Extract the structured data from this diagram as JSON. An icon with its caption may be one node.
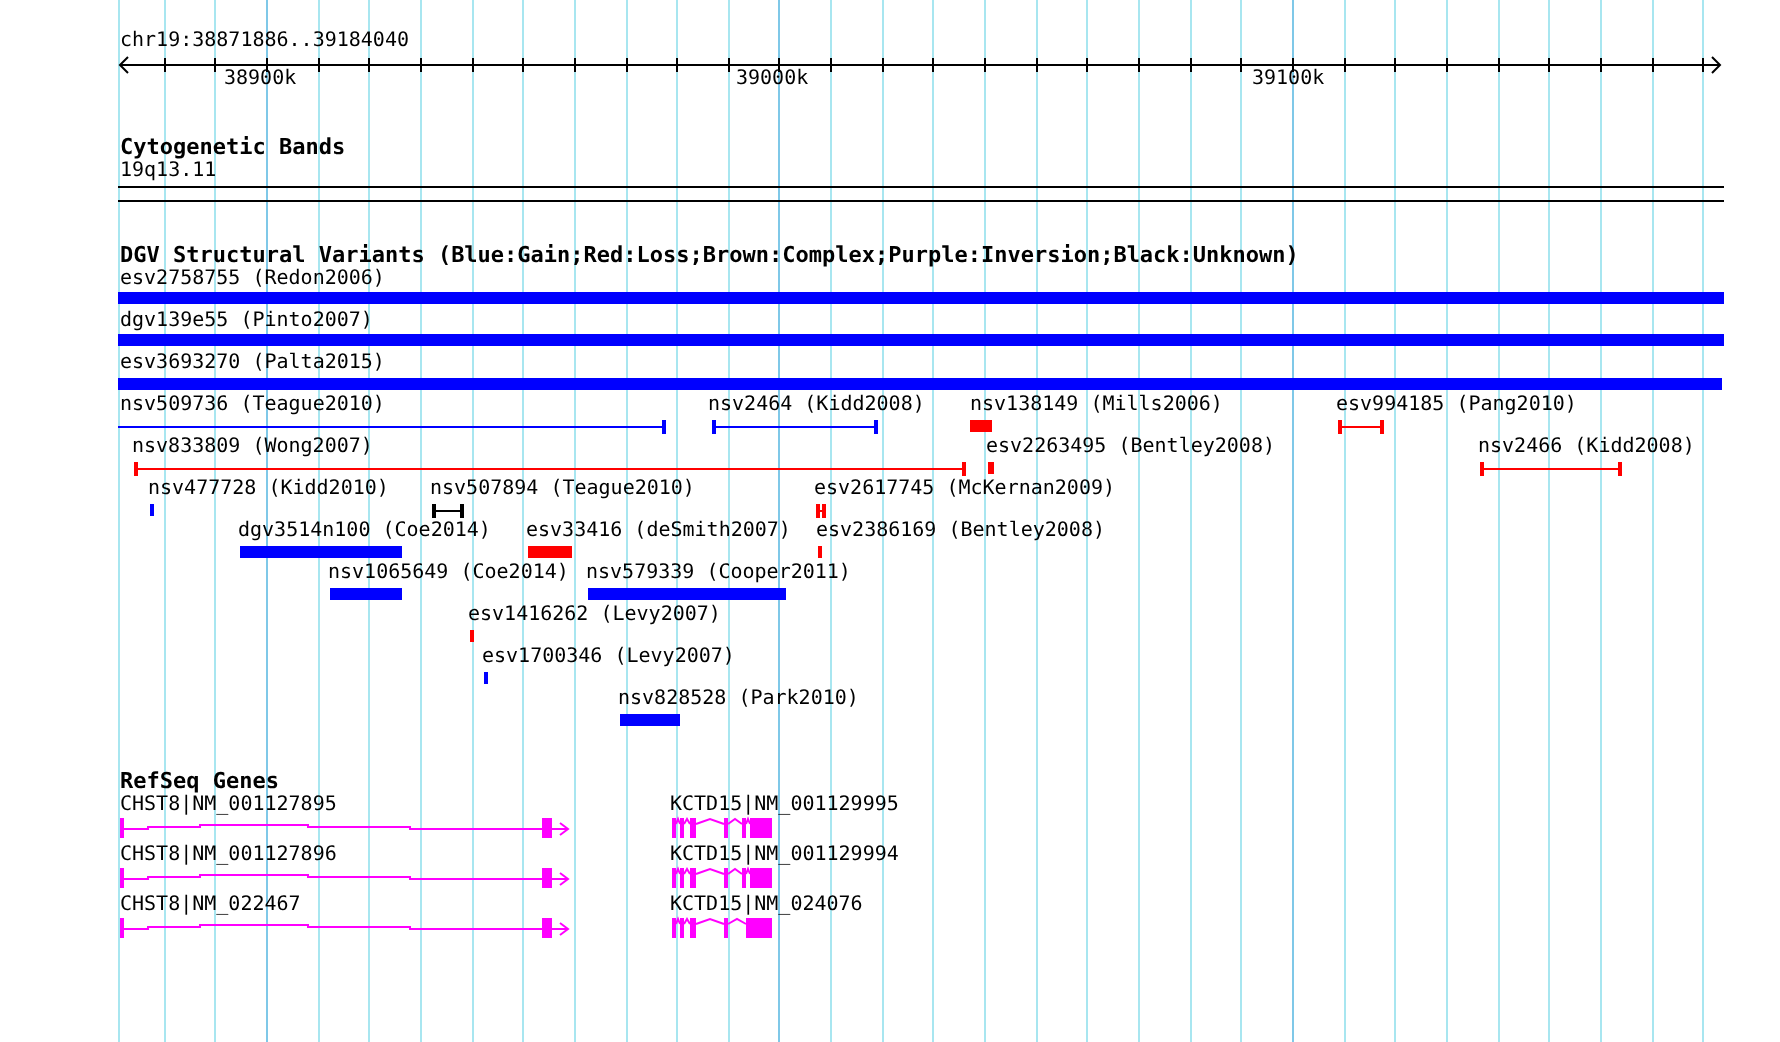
{
  "diagram": {
    "labels": [
      "chr19:38871886..39184040",
      "38900k",
      "39000k",
      "39100k",
      "Cytogenetic Bands",
      "19q13.11",
      "DGV Structural Variants (Blue:Gain;Red:Loss;Brown:Complex;Purple:Inversion;Black:Unknown)",
      "esv2758755 (Redon2006)",
      "dgv139e55 (Pinto2007)",
      "esv3693270 (Palta2015)",
      "nsv509736 (Teague2010)",
      "nsv2464 (Kidd2008)",
      "nsv138149 (Mills2006)",
      "esv994185 (Pang2010)",
      "nsv833809 (Wong2007)",
      "esv2263495 (Bentley2008)",
      "nsv2466 (Kidd2008)",
      "nsv477728 (Kidd2010)",
      "nsv507894 (Teague2010)",
      "esv2617745 (McKernan2009)",
      "dgv3514n100 (Coe2014)",
      "esv33416 (deSmith2007)",
      "esv2386169 (Bentley2008)",
      "nsv1065649 (Coe2014)",
      "nsv579339 (Cooper2011)",
      "esv1416262 (Levy2007)",
      "esv1700346 (Levy2007)",
      "nsv828528 (Park2010)",
      "RefSeq Genes",
      "CHST8|NM_001127895",
      "KCTD15|NM_001129995",
      "CHST8|NM_001127896",
      "KCTD15|NM_001129994",
      "CHST8|NM_022467",
      "KCTD15|NM_024076"
    ]
  }
}
